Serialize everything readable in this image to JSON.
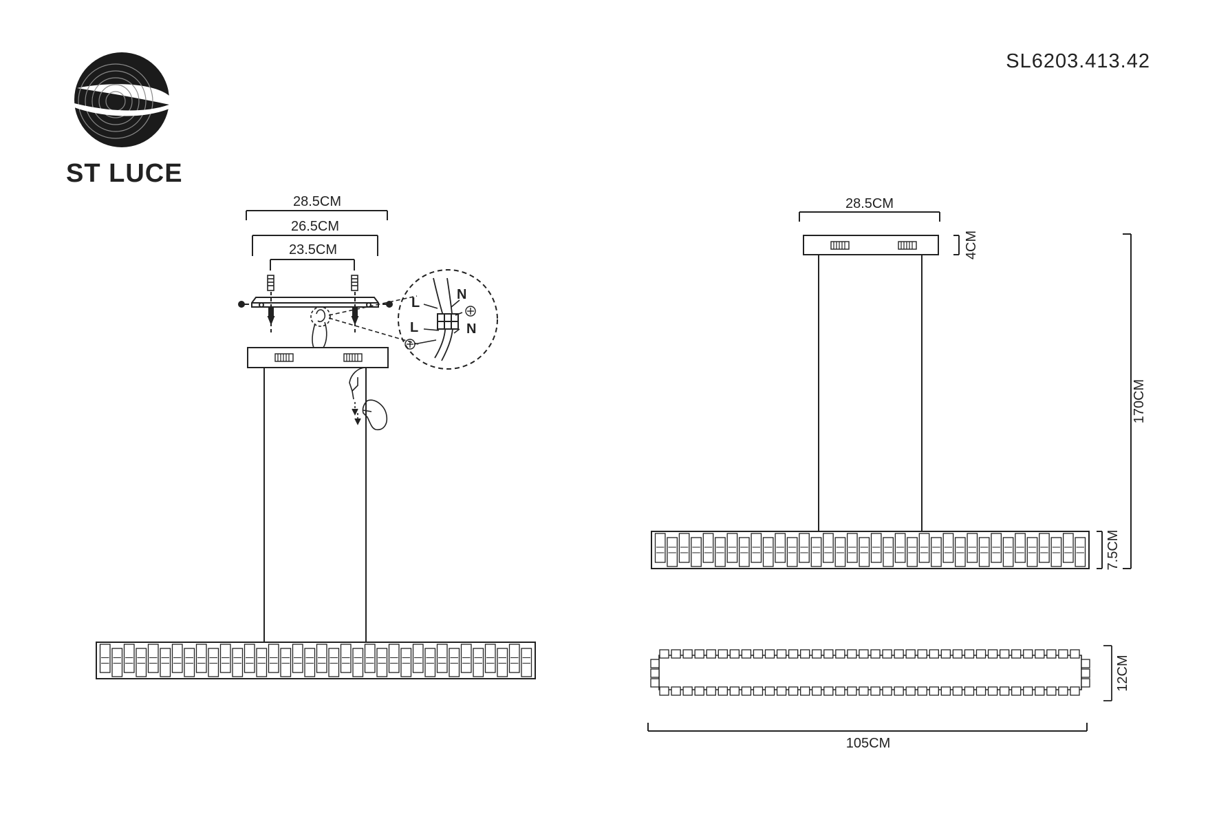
{
  "brand": {
    "name": "ST LUCE",
    "logo_icon": "spiral-s-logo-icon"
  },
  "model_code": "SL6203.413.42",
  "installation_view": {
    "dims": {
      "canopy_width": "28.5CM",
      "bracket_width": "26.5CM",
      "screw_spacing": "23.5CM"
    },
    "wiring": {
      "live_label": "L",
      "neutral_label": "N"
    }
  },
  "side_view": {
    "dims": {
      "canopy_width": "28.5CM",
      "canopy_height": "4CM",
      "total_height": "170CM",
      "body_height": "7.5CM"
    }
  },
  "top_view": {
    "dims": {
      "length": "105CM",
      "depth": "12CM"
    }
  },
  "colors": {
    "line": "#222222"
  }
}
